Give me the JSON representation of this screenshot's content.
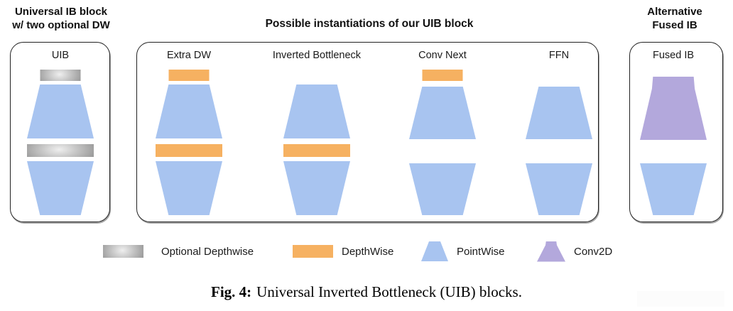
{
  "colors": {
    "pointwise_blue": "#A8C4F0",
    "depthwise_orange": "#F6B161",
    "conv2d_purple": "#B3A8DC",
    "optional_dw_gray_light": "#EFEFEF",
    "optional_dw_gray_dark": "#8D8D8D",
    "box_border": "#222222",
    "text": "#111111"
  },
  "headers": {
    "left_line1": "Universal IB block",
    "left_line2": "w/ two optional DW",
    "middle": "Possible instantiations of our UIB block",
    "right_line1": "Alternative",
    "right_line2": "Fused IB"
  },
  "panels": {
    "uib": {
      "label": "UIB",
      "composition": [
        "optional-depthwise",
        "pointwise-expand",
        "optional-depthwise",
        "pointwise-project"
      ]
    },
    "instantiations": {
      "columns": [
        {
          "label": "Extra DW",
          "composition": [
            "depthwise",
            "pointwise-expand",
            "depthwise",
            "pointwise-project"
          ]
        },
        {
          "label": "Inverted Bottleneck",
          "composition": [
            "pointwise-expand",
            "depthwise",
            "pointwise-project"
          ]
        },
        {
          "label": "Conv Next",
          "composition": [
            "depthwise",
            "pointwise-expand",
            "pointwise-project"
          ]
        },
        {
          "label": "FFN",
          "composition": [
            "pointwise-expand",
            "pointwise-project"
          ]
        }
      ]
    },
    "fused": {
      "label": "Fused IB",
      "composition": [
        "conv2d",
        "pointwise-project"
      ]
    }
  },
  "legend": {
    "items": [
      {
        "label": "Optional Depthwise",
        "swatch": "optional-depthwise-bar"
      },
      {
        "label": "DepthWise",
        "swatch": "depthwise-bar"
      },
      {
        "label": "PointWise",
        "swatch": "pointwise-trapezoid"
      },
      {
        "label": "Conv2D",
        "swatch": "conv2d-shape"
      }
    ]
  },
  "caption": {
    "prefix": "Fig. 4:",
    "text": "Universal Inverted Bottleneck (UIB) blocks."
  }
}
